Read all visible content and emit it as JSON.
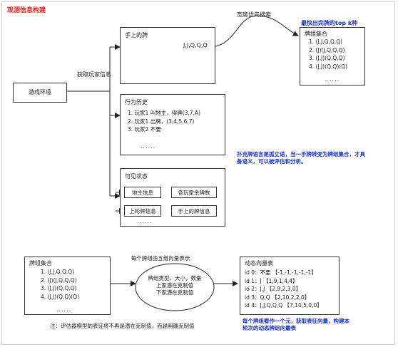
{
  "title": "观测信息构建",
  "env_label": "游戏环境",
  "edge_label_env": "获取玩家信息",
  "hand": {
    "title": "手上的牌",
    "cards": "J,J,Q,Q,Q"
  },
  "edge_label_width_search": "宽度优先搜索",
  "topk_title": "最快出完牌的top k种",
  "topk_box": {
    "title": "牌组集合",
    "items": [
      "1. (J,J,Q,Q,Q)",
      "2. (J)(J,Q,Q,Q)",
      "3. (J,J)(Q,Q,Q)",
      "4. (J,J)(Q,Q)(Q)"
    ],
    "ellipsis": "......"
  },
  "history": {
    "title": "行为历史",
    "items": [
      "1. 玩家1 叫地主，得牌(3,7,A)",
      "2. 玩家1 出牌，(3,4,5,6,7)",
      "3. 玩家2 不要"
    ],
    "ellipsis": "......"
  },
  "note_isolated": "扑克牌语言是孤立语，当一手牌转变为牌组集合，才具备语义，可以被评估和分析。",
  "visible": {
    "title": "可见状态",
    "cells": [
      "地主信息",
      "各玩家余牌数",
      "上轮牌信息",
      "手上的牌信息"
    ],
    "ellipsis": "......"
  },
  "bottom_left": {
    "title": "牌组集合",
    "items": [
      "1. (J,J,Q,Q,Q)",
      "2. (J)(J,Q,Q,Q)",
      "3. (J,J)(Q,Q,Q)",
      "4. (J,J)(Q,Q)(Q)"
    ],
    "ellipsis": "......"
  },
  "ellipse_caption": "每个牌组由五维向量表示",
  "ellipse_lines": [
    "牌组类型，大小，数量",
    "上家潜在克制值",
    "下家潜在克制值"
  ],
  "dynamic": {
    "title": "动态向量表",
    "items": [
      "id 0：不要 【-1,-1,-1,-1,-1】",
      "id 1：J 【1,9,1,4,4】",
      "id 2：J,J 【2,9,2,3,0】",
      "id 3：Q,Q 【2,10,2,2,0】",
      "id 4：J,J,Q,Q,Q 【7,10,5,0,0】"
    ]
  },
  "note_dynamic": "每个牌组看作一个元，获取表征向量，构建本轮次的动态牌组向量表",
  "footnote": "注：评估器模型的表征将不再是潜在克制值，而是明确克制值",
  "colors": {
    "accent_red": "#e8261e",
    "accent_blue": "#1a32d8"
  }
}
